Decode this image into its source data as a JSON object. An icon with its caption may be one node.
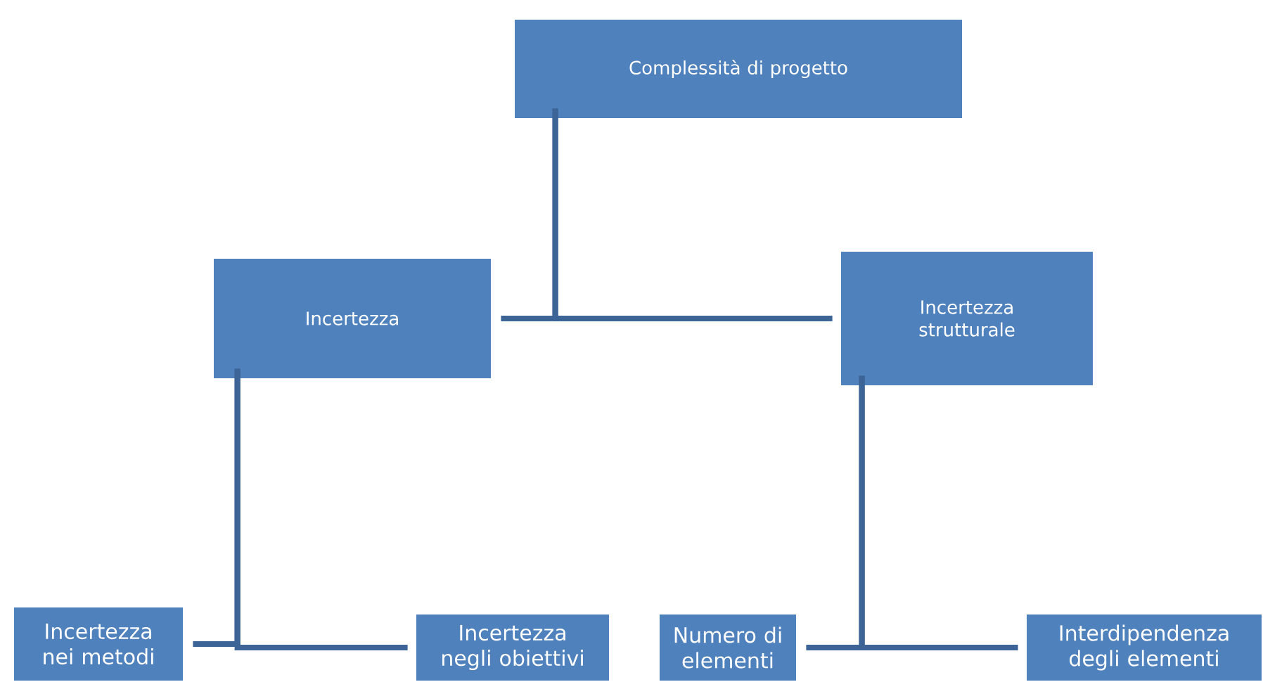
{
  "diagram": {
    "nodes": [
      {
        "text": [
          "Complessità di progetto"
        ]
      },
      {
        "text": [
          "Incertezza"
        ]
      },
      {
        "text": [
          "Incertezza strutturale"
        ]
      },
      {
        "text": [
          "Incertezza nei metodi"
        ]
      },
      {
        "text": [
          "Incertezza negli obiettivi"
        ]
      },
      {
        "text": [
          "Numero di elementi"
        ]
      },
      {
        "text": [
          "Interdipendenza degli elementi"
        ]
      }
    ],
    "edges": [
      {
        "from": 0,
        "to": 1,
        "arrow": "none"
      },
      {
        "from": 0,
        "to": 2,
        "arrow": "none"
      },
      {
        "from": 1,
        "to": 3,
        "arrow": "none"
      },
      {
        "from": 1,
        "to": 4,
        "arrow": "none"
      },
      {
        "from": 2,
        "to": 5,
        "arrow": "none"
      },
      {
        "from": 2,
        "to": 6,
        "arrow": "none"
      }
    ]
  }
}
